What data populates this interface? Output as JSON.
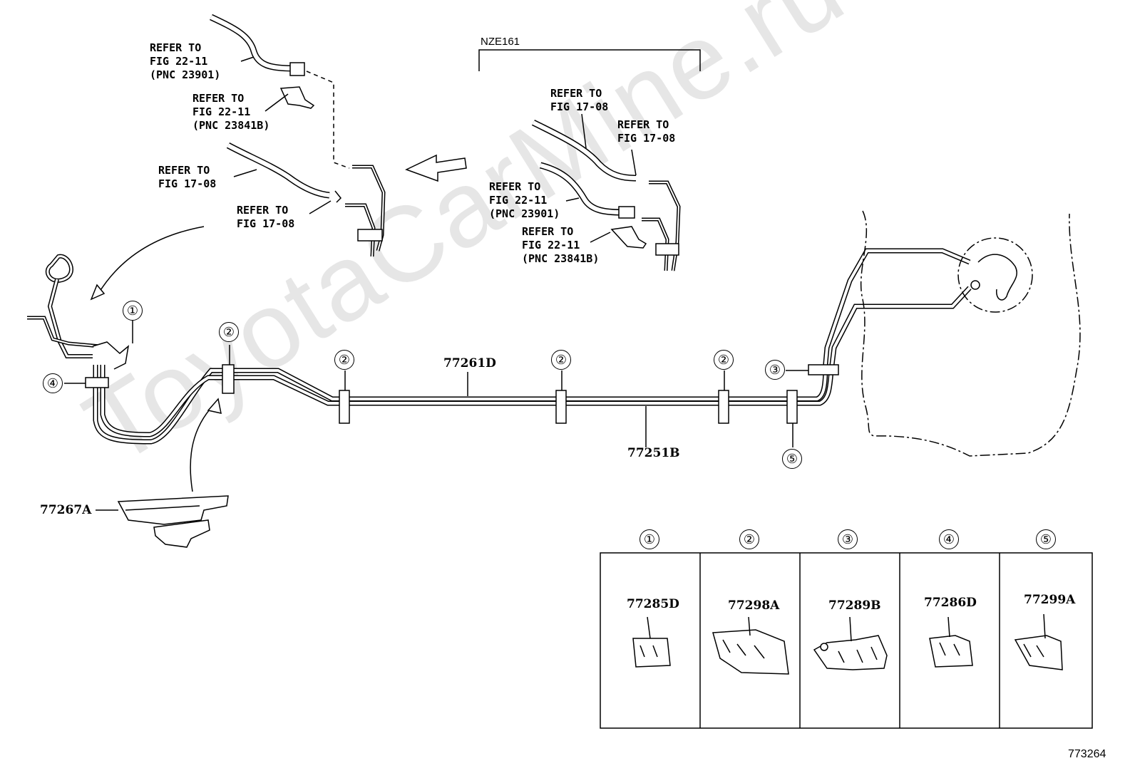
{
  "watermark": "ToyotaCarMine.ru",
  "figure_id": "773264",
  "variant_label": "NZE161",
  "refs": {
    "r1": {
      "line1": "REFER TO",
      "line2": "FIG 22-11",
      "line3": "(PNC 23901)"
    },
    "r2": {
      "line1": "REFER TO",
      "line2": "FIG 22-11",
      "line3": "(PNC 23841B)"
    },
    "r3": {
      "line1": "REFER TO",
      "line2": "FIG 17-08"
    },
    "r4": {
      "line1": "REFER TO",
      "line2": "FIG 17-08"
    },
    "r5": {
      "line1": "REFER TO",
      "line2": "FIG 17-08"
    },
    "r6": {
      "line1": "REFER TO",
      "line2": "FIG 17-08"
    },
    "r7": {
      "line1": "REFER TO",
      "line2": "FIG 22-11",
      "line3": "(PNC 23901)"
    },
    "r8": {
      "line1": "REFER TO",
      "line2": "FIG 22-11",
      "line3": "(PNC 23841B)"
    }
  },
  "parts": {
    "tube_upper": "77261D",
    "tube_lower": "77251B",
    "protector": "77267A"
  },
  "callouts": {
    "c1": "①",
    "c2": "②",
    "c3": "③",
    "c4": "④",
    "c5": "⑤"
  },
  "clamp_table": [
    {
      "num": "①",
      "part": "77285D"
    },
    {
      "num": "②",
      "part": "77298A"
    },
    {
      "num": "③",
      "part": "77289B"
    },
    {
      "num": "④",
      "part": "77286D"
    },
    {
      "num": "⑤",
      "part": "77299A"
    }
  ]
}
